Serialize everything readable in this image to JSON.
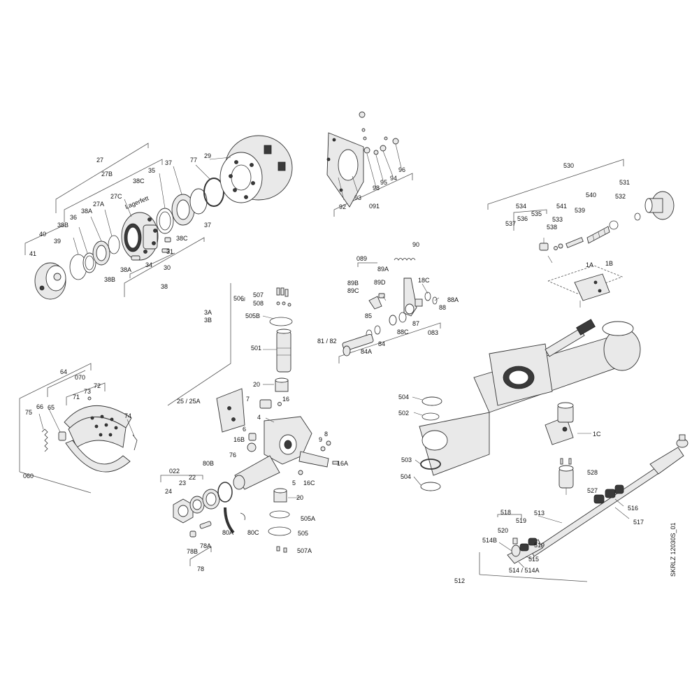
{
  "diagram": {
    "reference_code": "SKRLZ 12030S_01",
    "note_text": "Lagerfett",
    "labels": [
      "27",
      "27B",
      "27C",
      "27A",
      "38C",
      "35",
      "37",
      "77",
      "29",
      "40",
      "38B",
      "36",
      "38A",
      "41",
      "39",
      "38A",
      "38B",
      "34",
      "31",
      "30",
      "38",
      "38C",
      "37",
      "92",
      "93",
      "091",
      "98",
      "95",
      "94",
      "96",
      "530",
      "531",
      "532",
      "540",
      "534",
      "535",
      "536",
      "541",
      "539",
      "537",
      "533",
      "538",
      "1A",
      "1B",
      "90",
      "089",
      "89A",
      "89B",
      "89C",
      "89D",
      "18C",
      "88A",
      "85",
      "87",
      "88",
      "88C",
      "81 / 82",
      "84",
      "84A",
      "083",
      "3A",
      "3B",
      "506",
      "507",
      "508",
      "505B",
      "501",
      "20",
      "25 / 25A",
      "7",
      "16",
      "4",
      "6",
      "16B",
      "9",
      "8",
      "76",
      "16A",
      "16C",
      "5",
      "20",
      "64",
      "070",
      "73",
      "72",
      "71",
      "65",
      "66",
      "75",
      "74",
      "060",
      "022",
      "80B",
      "23",
      "22",
      "24",
      "80A",
      "80C",
      "505A",
      "505",
      "78A",
      "78B",
      "78",
      "507A",
      "504",
      "502",
      "1C",
      "503",
      "504",
      "528",
      "527",
      "518",
      "519",
      "513",
      "520",
      "514B",
      "519",
      "515",
      "514 / 514A",
      "516",
      "517",
      "512"
    ]
  }
}
